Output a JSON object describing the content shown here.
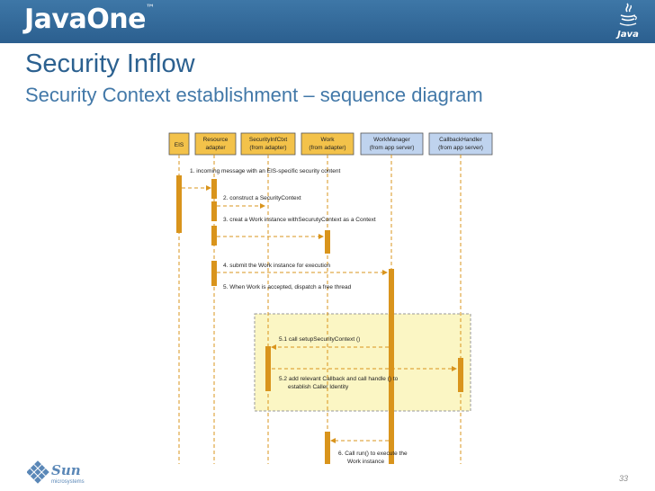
{
  "header": {
    "logo": "JavaOne",
    "java_logo": "Java",
    "java_icon": "coffee-cup-icon"
  },
  "title": "Security Inflow",
  "subtitle": "Security Context establishment – sequence diagram",
  "colors": {
    "header_bg": "#2f6699",
    "title": "#2c6190",
    "activation": "#d9941c",
    "lifeline": "#d9941c",
    "box_header": "#f3c24a",
    "box_worker": "#bfd3ee",
    "highlight": "#fbf6c4"
  },
  "diagram": {
    "participants": [
      {
        "line1": "EIS",
        "line2": ""
      },
      {
        "line1": "Resource",
        "line2": "adapter"
      },
      {
        "line1": "SecurityInfCtxt",
        "line2": "(from adapter)"
      },
      {
        "line1": "Work",
        "line2": "(from adapter)"
      },
      {
        "line1": "WorkManager",
        "line2": "(from app server)"
      },
      {
        "line1": "CallbackHandler",
        "line2": "(from app server)"
      }
    ],
    "messages": [
      {
        "text": "1. incoming message with an EIS-specific security content",
        "text2": ""
      },
      {
        "text": "2. construct a SecurityContext",
        "text2": ""
      },
      {
        "text": "3. creat a Work instance withSecurutyContext as a Context",
        "text2": ""
      },
      {
        "text": "4. submit the Work instance for execution",
        "text2": ""
      },
      {
        "text": "5. When Work is accepted, dispatch a free thread",
        "text2": ""
      },
      {
        "text": "5.1 call setupSecurityContext ()",
        "text2": ""
      },
      {
        "text": "5.2 add relevant Callback and call handle () to",
        "text2": "establish Caller Identity"
      },
      {
        "text": "6. Call run() to execute the",
        "text2": "Work instance"
      }
    ]
  },
  "footer": {
    "logo": "Sun",
    "logo_sub": "microsystems",
    "page": "33"
  }
}
